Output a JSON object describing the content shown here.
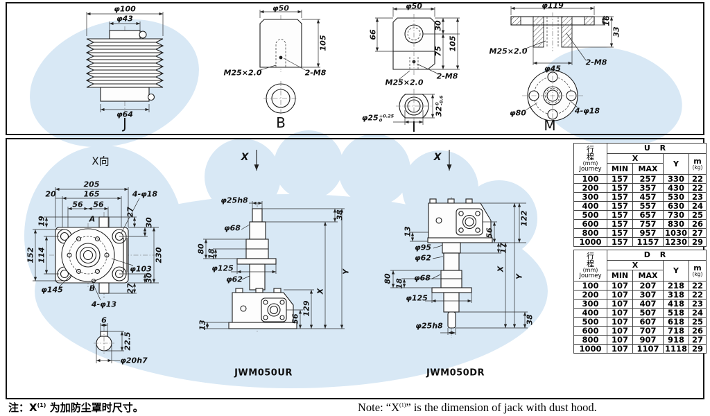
{
  "top": {
    "j": {
      "letter": "J",
      "phi100": "φ100",
      "phi43": "φ43",
      "phi64": "φ64"
    },
    "b": {
      "letter": "B",
      "phi50": "φ50",
      "h105": "105",
      "thread": "M25×2.0",
      "holes": "2-M8"
    },
    "i": {
      "letter": "I",
      "phi50": "φ50",
      "h66": "66",
      "h30": "30",
      "h75": "75",
      "h105": "105",
      "holes": "2-M8",
      "thread": "M25×2.0",
      "phi25": "φ25",
      "phi25sup": "+0.25",
      "phi25sub": "0",
      "w32": "32",
      "w32sup": "0",
      "w32sub": "-0.6"
    },
    "m": {
      "letter": "M",
      "phi119": "φ119",
      "t16": "16",
      "t33": "33",
      "thread": "M25×2.0",
      "phi45": "φ45",
      "holes": "2-M8",
      "phi80": "φ80",
      "bolt": "4-φ18"
    }
  },
  "xview": {
    "title": "X向",
    "w205": "205",
    "w165": "165",
    "w20": "20",
    "w56a": "56",
    "w56b": "56",
    "bolt18": "4-φ18",
    "h27t": "27",
    "h30t": "30",
    "h19": "19",
    "h152": "152",
    "h114": "114",
    "h230": "230",
    "phi103": "φ103",
    "phi145": "φ145",
    "ptA": "A",
    "ptB": "B",
    "bolt13": "4-φ13",
    "h30b": "30",
    "h27b": "27",
    "key6": "6",
    "key225": "22.5",
    "shaft": "φ20h7"
  },
  "ur": {
    "caption": "JWM050UR",
    "xarrow": "X",
    "phi25h8": "φ25h8",
    "l38": "38",
    "phi68": "φ68",
    "l80": "80",
    "l18": "18",
    "phi125": "φ125",
    "phi62": "φ62",
    "l13": "13",
    "l129": "129",
    "l56": "56",
    "ydim": "Y",
    "xdim": "X"
  },
  "dr": {
    "caption": "JWM050DR",
    "xarrow": "X",
    "l122": "122",
    "l56": "56",
    "l17": "17",
    "l13": "13",
    "phi95": "φ95",
    "phi62": "φ62",
    "phi68": "φ68",
    "l80": "80",
    "l18": "18",
    "phi125": "φ125",
    "phi25h8": "φ25h8",
    "l38": "38",
    "xdim": "X",
    "ydim": "Y"
  },
  "tables": {
    "ur": {
      "title": "U R",
      "journey_zh": "行程",
      "journey_unit": "(mm)",
      "journey_en": "Journey",
      "x": "X",
      "min": "MIN",
      "max": "MAX",
      "y": "Y",
      "m": "m",
      "kg": "(kg)",
      "rows": [
        [
          "100",
          "157",
          "257",
          "330",
          "22"
        ],
        [
          "200",
          "157",
          "357",
          "430",
          "22"
        ],
        [
          "300",
          "157",
          "457",
          "530",
          "23"
        ],
        [
          "400",
          "157",
          "557",
          "630",
          "24"
        ],
        [
          "500",
          "157",
          "657",
          "730",
          "25"
        ],
        [
          "600",
          "157",
          "757",
          "830",
          "26"
        ],
        [
          "800",
          "157",
          "957",
          "1030",
          "27"
        ],
        [
          "1000",
          "157",
          "1157",
          "1230",
          "29"
        ]
      ]
    },
    "dr": {
      "title": "D R",
      "journey_zh": "行程",
      "journey_unit": "(mm)",
      "journey_en": "Journey",
      "x": "X",
      "min": "MIN",
      "max": "MAX",
      "y": "Y",
      "m": "m",
      "kg": "(kg)",
      "rows": [
        [
          "100",
          "107",
          "207",
          "218",
          "22"
        ],
        [
          "200",
          "107",
          "307",
          "318",
          "22"
        ],
        [
          "300",
          "107",
          "407",
          "418",
          "23"
        ],
        [
          "400",
          "107",
          "507",
          "518",
          "24"
        ],
        [
          "500",
          "107",
          "607",
          "618",
          "25"
        ],
        [
          "600",
          "107",
          "707",
          "718",
          "26"
        ],
        [
          "800",
          "107",
          "907",
          "918",
          "27"
        ],
        [
          "1000",
          "107",
          "1107",
          "1118",
          "29"
        ]
      ]
    }
  },
  "notes": {
    "cn_prefix": "注：X",
    "cn_sup": "(1)",
    "cn_rest": " 为加防尘罩时尺寸。",
    "en_prefix": "Note: “X",
    "en_sup": "(1)",
    "en_rest": "” is the dimension of jack with dust hood."
  }
}
